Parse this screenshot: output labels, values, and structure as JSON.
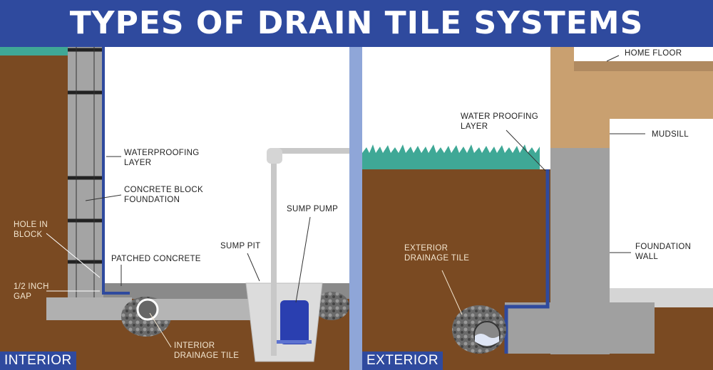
{
  "title": "TYPES OF DRAIN TILE SYSTEMS",
  "colors": {
    "brand_blue": "#2f4a9e",
    "soil": "#7a4a22",
    "grass": "#3fa896",
    "concrete": "#9a9a9a",
    "wood": "#c9a070",
    "divider": "#8fa6d8"
  },
  "interior": {
    "tag": "INTERIOR",
    "labels": {
      "waterproofing": "WATERPROOFING\nLAYER",
      "block_foundation": "CONCRETE BLOCK\nFOUNDATION",
      "hole": "HOLE IN\nBLOCK",
      "gap": "1/2 INCH\nGAP",
      "patched": "PATCHED CONCRETE",
      "sump_pit": "SUMP PIT",
      "sump_pump": "SUMP PUMP",
      "drain_tile": "INTERIOR\nDRAINAGE TILE"
    }
  },
  "exterior": {
    "tag": "EXTERIOR",
    "labels": {
      "home_floor": "HOME FLOOR",
      "waterproofing": "WATER PROOFING\nLAYER",
      "mudsill": "MUDSILL",
      "drain_tile": "EXTERIOR\nDRAINAGE TILE",
      "foundation_wall": "FOUNDATION\nWALL"
    }
  }
}
